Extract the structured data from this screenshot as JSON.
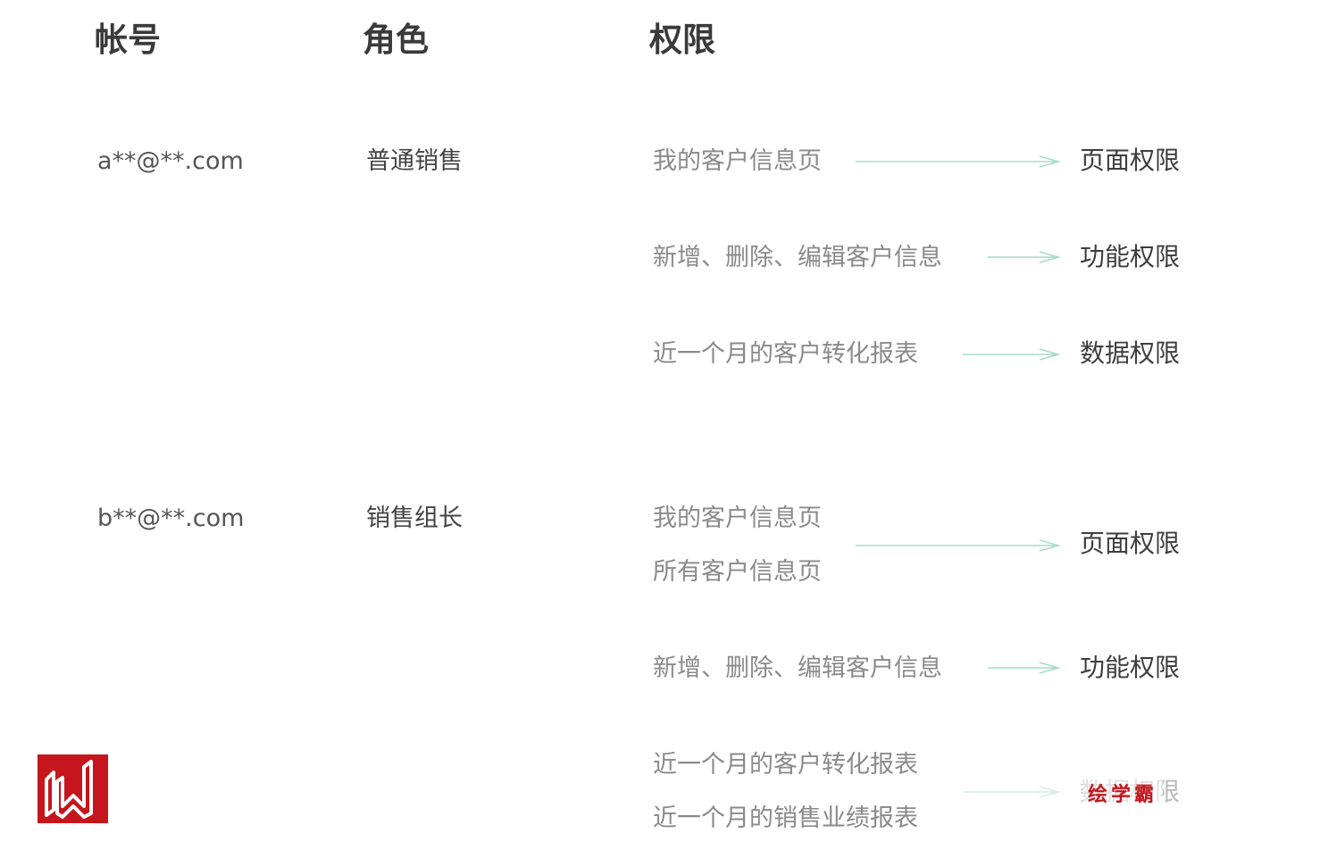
{
  "headers": {
    "account": "帐号",
    "role": "角色",
    "permission": "权限"
  },
  "rows": [
    {
      "account": "a**@**.com",
      "role": "普通销售",
      "groups": [
        {
          "items": [
            "我的客户信息页"
          ],
          "type": "页面权限"
        },
        {
          "items": [
            "新增、删除、编辑客户信息"
          ],
          "type": "功能权限"
        },
        {
          "items": [
            "近一个月的客户转化报表"
          ],
          "type": "数据权限"
        }
      ]
    },
    {
      "account": "b**@**.com",
      "role": "销售组长",
      "groups": [
        {
          "items": [
            "我的客户信息页",
            "所有客户信息页"
          ],
          "type": "页面权限"
        },
        {
          "items": [
            "新增、删除、编辑客户信息"
          ],
          "type": "功能权限"
        },
        {
          "items": [
            "近一个月的客户转化报表",
            "近一个月的销售业绩报表"
          ],
          "type": "数据权限"
        }
      ]
    }
  ],
  "colors": {
    "arrow": "#a8dcc8",
    "logo": "#c4161c"
  },
  "watermark": "绘学霸",
  "logo_icon": "w-logo-icon"
}
